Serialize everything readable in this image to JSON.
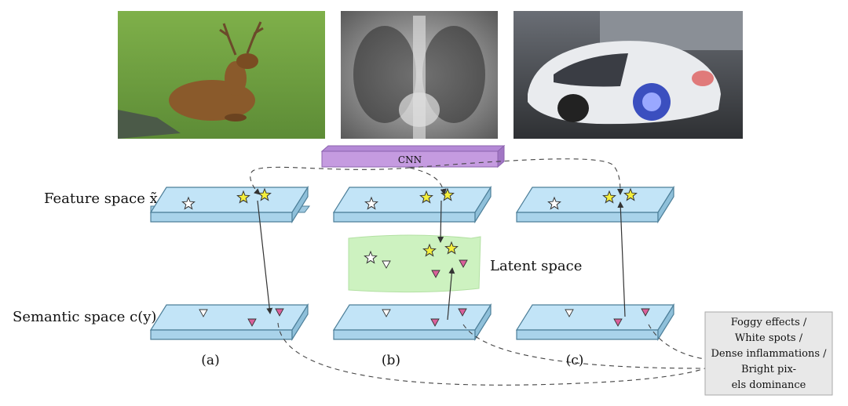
{
  "cnn_label": "CNN",
  "feature_space_label": "Feature space x̃",
  "semantic_space_label": "Semantic space c(y)",
  "latent_space_label": "Latent space",
  "subfigures": [
    "(a)",
    "(b)",
    "(c)"
  ],
  "note_lines": [
    "Foggy effects /",
    "White spots /",
    "Dense inflammations /",
    "Bright pix-",
    "els dominance"
  ],
  "photos": [
    {
      "name": "deer-photo",
      "subject": "deer"
    },
    {
      "name": "chest-xray-photo",
      "subject": "chest x-ray"
    },
    {
      "name": "concept-car-photo",
      "subject": "concept car"
    }
  ],
  "colors": {
    "plane_fill": "#c2e4f7",
    "plane_stroke": "#4d7f99",
    "latent_fill": "#cdf2c0",
    "cnn_fill": "#c59be0",
    "star_seen": "#f4ef3c",
    "star_unseen": "#ffffff",
    "triangle_seen": "#d9609a",
    "note_fill": "#e8e8e8"
  }
}
